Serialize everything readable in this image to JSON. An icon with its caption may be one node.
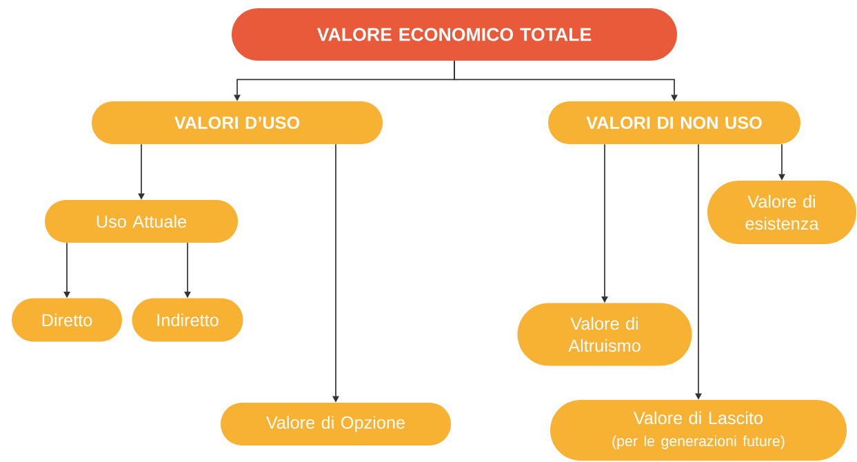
{
  "diagram": {
    "nodes": [
      {
        "text": [
          "VALORE ECONOMICO TOTALE"
        ]
      },
      {
        "text": [
          "VALORI D’USO"
        ]
      },
      {
        "text": [
          "VALORI DI NON USO"
        ]
      },
      {
        "text": [
          "Uso Attuale"
        ]
      },
      {
        "text": [
          "Diretto"
        ]
      },
      {
        "text": [
          "Indiretto"
        ]
      },
      {
        "text": [
          "Valore di Opzione"
        ]
      },
      {
        "text": [
          "Valore di Altruismo"
        ]
      },
      {
        "text": [
          "Valore di Lascito",
          "(per le generazioni future)"
        ]
      },
      {
        "text": [
          "Valore di esistenza"
        ]
      }
    ],
    "edges": [
      {
        "from": 0,
        "to": 1,
        "arrow": "to"
      },
      {
        "from": 0,
        "to": 2,
        "arrow": "to"
      },
      {
        "from": 1,
        "to": 3,
        "arrow": "to"
      },
      {
        "from": 1,
        "to": 6,
        "arrow": "to"
      },
      {
        "from": 3,
        "to": 4,
        "arrow": "to"
      },
      {
        "from": 3,
        "to": 5,
        "arrow": "to"
      },
      {
        "from": 2,
        "to": 7,
        "arrow": "to"
      },
      {
        "from": 2,
        "to": 8,
        "arrow": "to"
      },
      {
        "from": 2,
        "to": 9,
        "arrow": "to"
      }
    ]
  }
}
